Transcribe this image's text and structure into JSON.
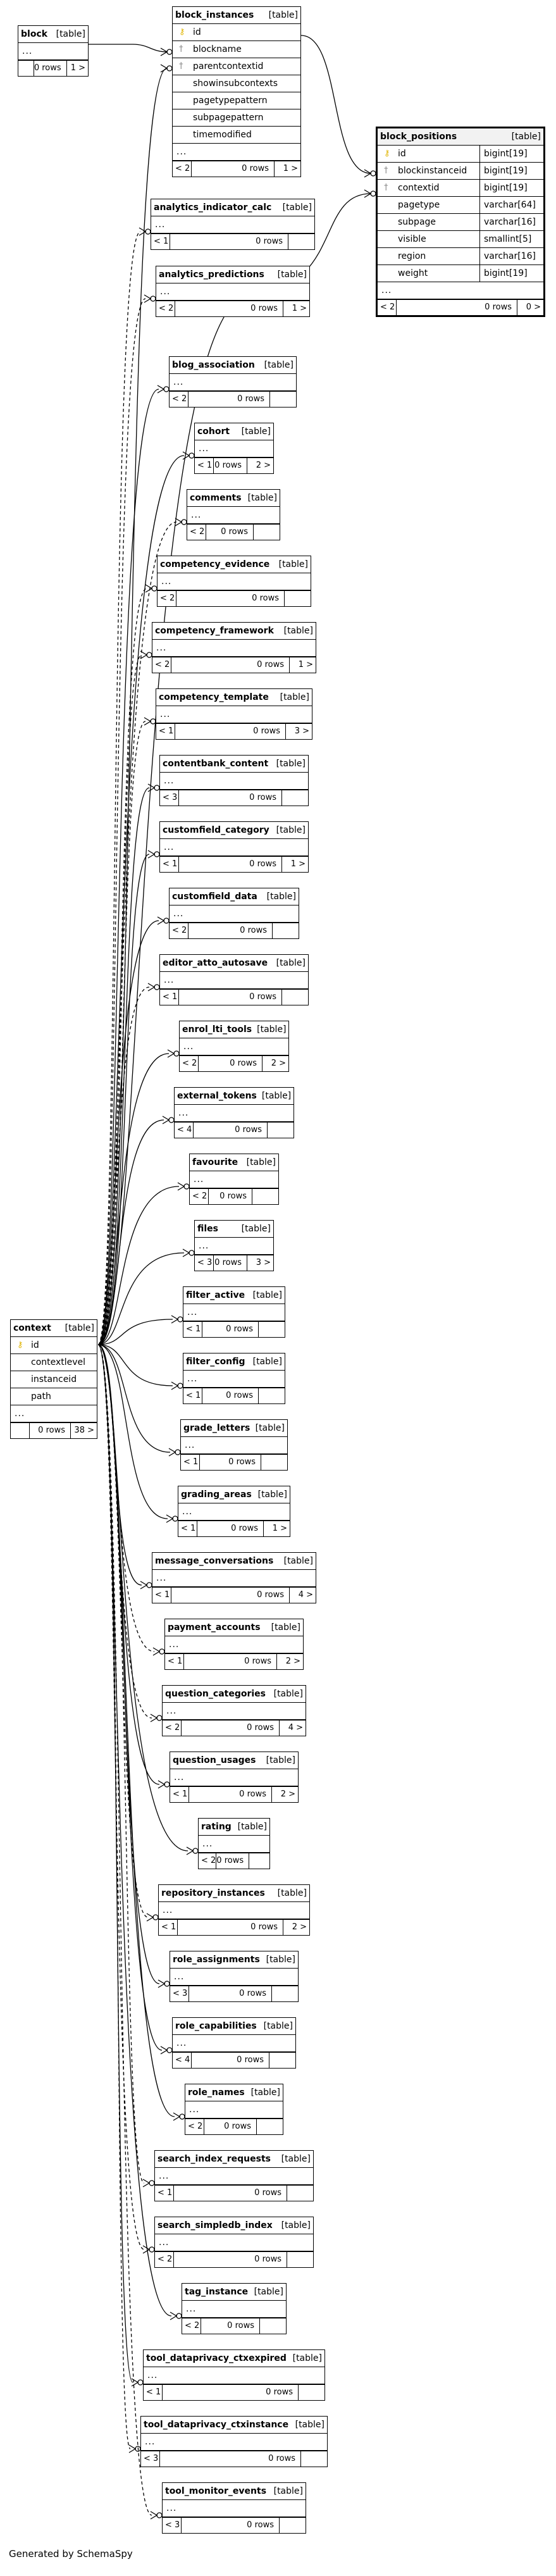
{
  "generator": "Generated by SchemaSpy",
  "table_kind": "[table]",
  "tables": {
    "block": {
      "name": "block",
      "columns": [],
      "footer": {
        "parents": "",
        "rows": "0 rows",
        "children": "1 >"
      }
    },
    "block_instances": {
      "name": "block_instances",
      "columns": [
        {
          "name": "id",
          "key": "pk"
        },
        {
          "name": "blockname",
          "key": "fk"
        },
        {
          "name": "parentcontextid",
          "key": "fk"
        },
        {
          "name": "showinsubcontexts",
          "key": ""
        },
        {
          "name": "pagetypepattern",
          "key": ""
        },
        {
          "name": "subpagepattern",
          "key": ""
        },
        {
          "name": "timemodified",
          "key": ""
        }
      ],
      "footer": {
        "parents": "< 2",
        "rows": "0 rows",
        "children": "1 >"
      }
    },
    "block_positions": {
      "name": "block_positions",
      "columns": [
        {
          "name": "id",
          "type": "bigint[19]",
          "key": "pk"
        },
        {
          "name": "blockinstanceid",
          "type": "bigint[19]",
          "key": "fk"
        },
        {
          "name": "contextid",
          "type": "bigint[19]",
          "key": "fk"
        },
        {
          "name": "pagetype",
          "type": "varchar[64]",
          "key": ""
        },
        {
          "name": "subpage",
          "type": "varchar[16]",
          "key": ""
        },
        {
          "name": "visible",
          "type": "smallint[5]",
          "key": ""
        },
        {
          "name": "region",
          "type": "varchar[16]",
          "key": ""
        },
        {
          "name": "weight",
          "type": "bigint[19]",
          "key": ""
        }
      ],
      "footer": {
        "parents": "< 2",
        "rows": "0 rows",
        "children": "0 >"
      }
    },
    "context": {
      "name": "context",
      "columns": [
        {
          "name": "id",
          "key": "pk"
        },
        {
          "name": "contextlevel",
          "key": ""
        },
        {
          "name": "instanceid",
          "key": ""
        },
        {
          "name": "path",
          "key": ""
        }
      ],
      "footer": {
        "parents": "",
        "rows": "0 rows",
        "children": "38 >"
      }
    },
    "analytics_indicator_calc": {
      "name": "analytics_indicator_calc",
      "footer": {
        "parents": "< 1",
        "rows": "0 rows",
        "children": ""
      }
    },
    "analytics_predictions": {
      "name": "analytics_predictions",
      "footer": {
        "parents": "< 2",
        "rows": "0 rows",
        "children": "1 >"
      }
    },
    "blog_association": {
      "name": "blog_association",
      "footer": {
        "parents": "< 2",
        "rows": "0 rows",
        "children": ""
      }
    },
    "cohort": {
      "name": "cohort",
      "footer": {
        "parents": "< 1",
        "rows": "0 rows",
        "children": "2 >"
      }
    },
    "comments": {
      "name": "comments",
      "footer": {
        "parents": "< 2",
        "rows": "0 rows",
        "children": ""
      }
    },
    "competency_evidence": {
      "name": "competency_evidence",
      "footer": {
        "parents": "< 2",
        "rows": "0 rows",
        "children": ""
      }
    },
    "competency_framework": {
      "name": "competency_framework",
      "footer": {
        "parents": "< 2",
        "rows": "0 rows",
        "children": "1 >"
      }
    },
    "competency_template": {
      "name": "competency_template",
      "footer": {
        "parents": "< 1",
        "rows": "0 rows",
        "children": "3 >"
      }
    },
    "contentbank_content": {
      "name": "contentbank_content",
      "footer": {
        "parents": "< 3",
        "rows": "0 rows",
        "children": ""
      }
    },
    "customfield_category": {
      "name": "customfield_category",
      "footer": {
        "parents": "< 1",
        "rows": "0 rows",
        "children": "1 >"
      }
    },
    "customfield_data": {
      "name": "customfield_data",
      "footer": {
        "parents": "< 2",
        "rows": "0 rows",
        "children": ""
      }
    },
    "editor_atto_autosave": {
      "name": "editor_atto_autosave",
      "footer": {
        "parents": "< 1",
        "rows": "0 rows",
        "children": ""
      }
    },
    "enrol_lti_tools": {
      "name": "enrol_lti_tools",
      "footer": {
        "parents": "< 2",
        "rows": "0 rows",
        "children": "2 >"
      }
    },
    "external_tokens": {
      "name": "external_tokens",
      "footer": {
        "parents": "< 4",
        "rows": "0 rows",
        "children": ""
      }
    },
    "favourite": {
      "name": "favourite",
      "footer": {
        "parents": "< 2",
        "rows": "0 rows",
        "children": ""
      }
    },
    "files": {
      "name": "files",
      "footer": {
        "parents": "< 3",
        "rows": "0 rows",
        "children": "3 >"
      }
    },
    "filter_active": {
      "name": "filter_active",
      "footer": {
        "parents": "< 1",
        "rows": "0 rows",
        "children": ""
      }
    },
    "filter_config": {
      "name": "filter_config",
      "footer": {
        "parents": "< 1",
        "rows": "0 rows",
        "children": ""
      }
    },
    "grade_letters": {
      "name": "grade_letters",
      "footer": {
        "parents": "< 1",
        "rows": "0 rows",
        "children": ""
      }
    },
    "grading_areas": {
      "name": "grading_areas",
      "footer": {
        "parents": "< 1",
        "rows": "0 rows",
        "children": "1 >"
      }
    },
    "message_conversations": {
      "name": "message_conversations",
      "footer": {
        "parents": "< 1",
        "rows": "0 rows",
        "children": "4 >"
      }
    },
    "payment_accounts": {
      "name": "payment_accounts",
      "footer": {
        "parents": "< 1",
        "rows": "0 rows",
        "children": "2 >"
      }
    },
    "question_categories": {
      "name": "question_categories",
      "footer": {
        "parents": "< 2",
        "rows": "0 rows",
        "children": "4 >"
      }
    },
    "question_usages": {
      "name": "question_usages",
      "footer": {
        "parents": "< 1",
        "rows": "0 rows",
        "children": "2 >"
      }
    },
    "rating": {
      "name": "rating",
      "footer": {
        "parents": "< 2",
        "rows": "0 rows",
        "children": ""
      }
    },
    "repository_instances": {
      "name": "repository_instances",
      "footer": {
        "parents": "< 1",
        "rows": "0 rows",
        "children": "2 >"
      }
    },
    "role_assignments": {
      "name": "role_assignments",
      "footer": {
        "parents": "< 3",
        "rows": "0 rows",
        "children": ""
      }
    },
    "role_capabilities": {
      "name": "role_capabilities",
      "footer": {
        "parents": "< 4",
        "rows": "0 rows",
        "children": ""
      }
    },
    "role_names": {
      "name": "role_names",
      "footer": {
        "parents": "< 2",
        "rows": "0 rows",
        "children": ""
      }
    },
    "search_index_requests": {
      "name": "search_index_requests",
      "footer": {
        "parents": "< 1",
        "rows": "0 rows",
        "children": ""
      }
    },
    "search_simpledb_index": {
      "name": "search_simpledb_index",
      "footer": {
        "parents": "< 2",
        "rows": "0 rows",
        "children": ""
      }
    },
    "tag_instance": {
      "name": "tag_instance",
      "footer": {
        "parents": "< 2",
        "rows": "0 rows",
        "children": ""
      }
    },
    "tool_dataprivacy_ctxexpired": {
      "name": "tool_dataprivacy_ctxexpired",
      "footer": {
        "parents": "< 1",
        "rows": "0 rows",
        "children": ""
      }
    },
    "tool_dataprivacy_ctxinstance": {
      "name": "tool_dataprivacy_ctxinstance",
      "footer": {
        "parents": "< 3",
        "rows": "0 rows",
        "children": ""
      }
    },
    "tool_monitor_events": {
      "name": "tool_monitor_events",
      "footer": {
        "parents": "< 3",
        "rows": "0 rows",
        "children": ""
      }
    }
  }
}
